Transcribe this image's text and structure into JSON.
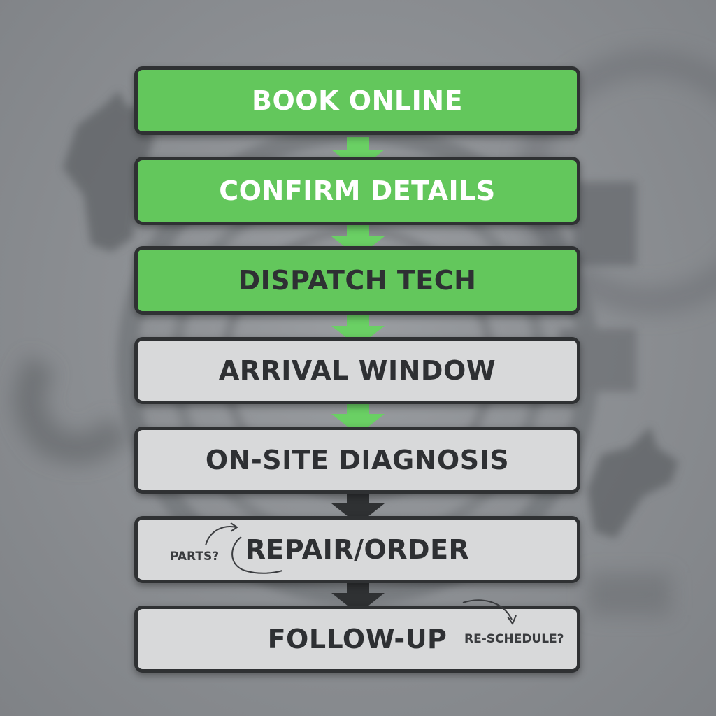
{
  "steps": [
    {
      "label": "BOOK ONLINE",
      "color": "#63c75c"
    },
    {
      "label": "CONFIRM DETAILS",
      "color": "#63c75c"
    },
    {
      "label": "DISPATCH TECH",
      "color": "#63c75c"
    },
    {
      "label": "ARRIVAL WINDOW",
      "color": "#d8d9da"
    },
    {
      "label": "ON-SITE DIAGNOSIS",
      "color": "#d8d9da"
    },
    {
      "label": "REPAIR/ORDER",
      "color": "#d8d9da"
    },
    {
      "label": "FOLLOW-UP",
      "color": "#d8d9da"
    }
  ],
  "annotations": {
    "parts": "PARTS?",
    "reschedule": "RE-SCHEDULE?"
  },
  "colors": {
    "active_green": "#63c75c",
    "arrow_green": "#6ad064",
    "arrow_dark": "#2f3133",
    "inactive_grey": "#d8d9da"
  }
}
